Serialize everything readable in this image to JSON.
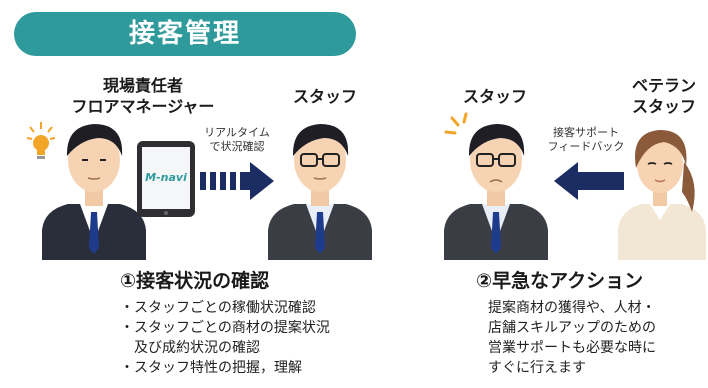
{
  "banner": {
    "title": "接客管理"
  },
  "left": {
    "manager_label_line1": "現場責任者",
    "manager_label_line2": "フロアマネージャー",
    "staff_label": "スタッフ",
    "tablet_brand": "M-navi",
    "arrow_label_line1": "リアルタイム",
    "arrow_label_line2": "で状況確認"
  },
  "right": {
    "staff_label": "スタッフ",
    "veteran_label_line1": "ベテラン",
    "veteran_label_line2": "スタッフ",
    "arrow_label_line1": "接客サポート",
    "arrow_label_line2": "フィードバック"
  },
  "section1": {
    "title": "①接客状況の確認",
    "bullets": [
      "・スタッフごとの稼働状況確認",
      "・スタッフごとの商材の提案状況",
      "　及び成約状況の確認",
      "・スタッフ特性の把握，理解"
    ]
  },
  "section2": {
    "title": "②早急なアクション",
    "lines": [
      "提案商材の獲得や、人材・",
      "店舗スキルアップのための",
      "営業サポートも必要な時に",
      "すぐに行えます"
    ]
  },
  "colors": {
    "banner": "#2f9a9c",
    "suit": "#2a2d3a",
    "tie": "#1e3a8a",
    "arrow_dark": "#1c2d63",
    "bulb": "#f3a52a",
    "tablet_brand": "#2f9a9c"
  },
  "icons": [
    "lightbulb-icon",
    "sparkle-icon",
    "tablet-icon",
    "arrow-right-icon",
    "arrow-left-icon"
  ]
}
